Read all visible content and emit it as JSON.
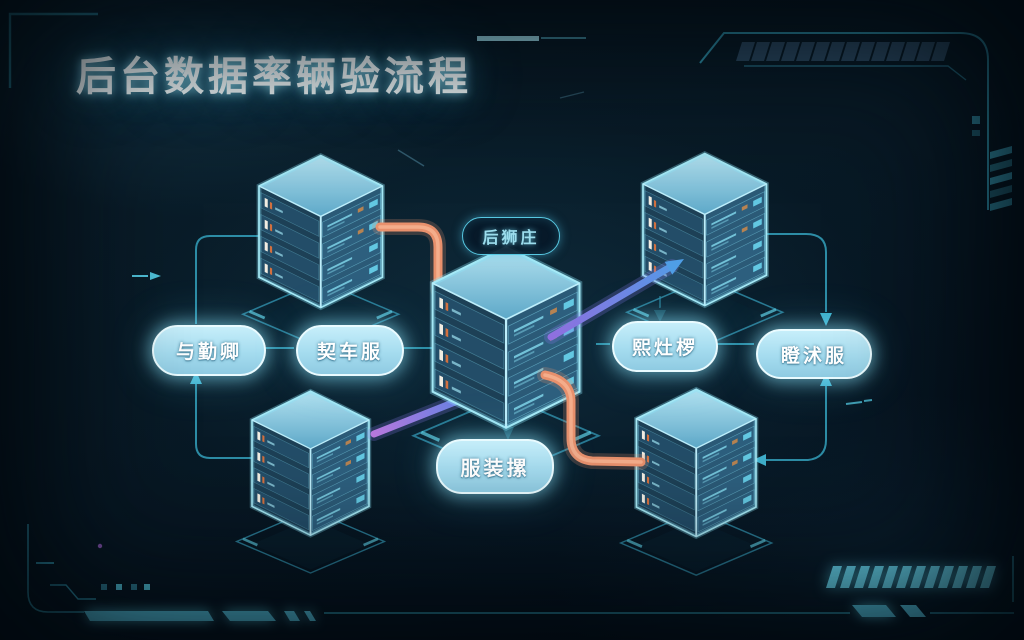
{
  "title": {
    "text": "后台数据率辆验流程"
  },
  "accent": {
    "cyan_line": "#2f93ad",
    "bright_cyan": "#a9eefb",
    "pill_light_fill": "#a5dcef",
    "pill_dark_fill": "#081929",
    "orange_pipe": "#e8906c",
    "purple_pipe": "#8f6fdf",
    "blue_pipe": "#3f7ede",
    "server_top_face": "#a8dcec",
    "server_left_face": "#1d4056",
    "server_right_face": "#2b5a77",
    "background": "#061420"
  },
  "nodes": {
    "top_label": {
      "label": "后狮庄",
      "style": "dark-pill"
    },
    "left_outer": {
      "label": "与勤卿",
      "style": "light-pill"
    },
    "left_inner": {
      "label": "契车服",
      "style": "light-pill"
    },
    "right_inner": {
      "label": "熙灶椤",
      "style": "light-pill"
    },
    "right_outer": {
      "label": "瞪沭服",
      "style": "light-pill"
    },
    "bottom_label": {
      "label": "服装摞",
      "style": "light-pill"
    }
  },
  "servers": [
    {
      "id": "server-top-left"
    },
    {
      "id": "server-top-right"
    },
    {
      "id": "server-center"
    },
    {
      "id": "server-bottom-left"
    },
    {
      "id": "server-bottom-right"
    }
  ],
  "edges": [
    {
      "from": "server-top-left",
      "to": "server-center",
      "style": "orange-pipe"
    },
    {
      "from": "server-center",
      "to": "server-top-right",
      "style": "purple-blue-arrow"
    },
    {
      "from": "server-bottom-left",
      "to": "server-center",
      "style": "purple-blue-pipe"
    },
    {
      "from": "server-center",
      "to": "server-bottom-right",
      "style": "orange-pipe"
    },
    {
      "from": "label-left-outer",
      "to": "server-top-left",
      "style": "teal-line"
    },
    {
      "from": "server-bottom-left",
      "to": "label-left-outer",
      "style": "teal-line-arrow-up"
    },
    {
      "from": "label-left-outer",
      "to": "label-left-inner",
      "style": "teal-line"
    },
    {
      "from": "label-left-inner",
      "to": "server-center",
      "style": "teal-line"
    },
    {
      "from": "server-center",
      "to": "label-right-inner",
      "style": "teal-line"
    },
    {
      "from": "label-right-inner",
      "to": "label-right-outer",
      "style": "teal-line"
    },
    {
      "from": "server-top-right",
      "to": "label-right-outer",
      "style": "teal-line-arrow-down"
    },
    {
      "from": "server-bottom-right",
      "to": "label-right-outer",
      "style": "teal-line-arrow-up"
    },
    {
      "from": "server-center",
      "to": "label-bottom",
      "style": "teal-arrow-down"
    }
  ]
}
